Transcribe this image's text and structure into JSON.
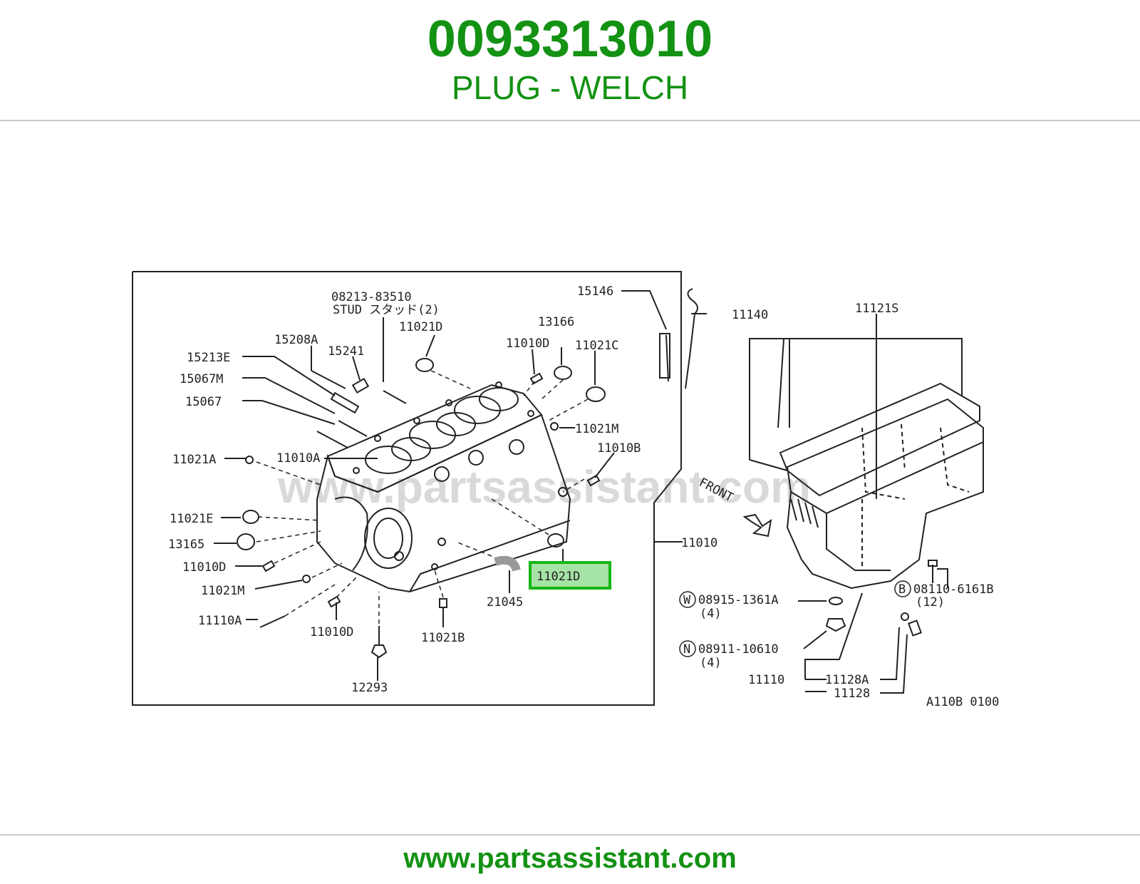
{
  "header": {
    "part_number": "0093313010",
    "description": "PLUG - WELCH"
  },
  "diagram": {
    "watermark": "www.partsassistant.com",
    "figure_code": "A110B 0100",
    "front_label": "FRONT",
    "stud_note": "STUD スタッド(2)",
    "highlighted_label": "11021D",
    "labels": {
      "l15146": "15146",
      "l11140": "11140",
      "l11121S": "11121S",
      "l08213": "08213-83510",
      "l11021D_top": "11021D",
      "l13166": "13166",
      "l11010D_top": "11010D",
      "l11021C": "11021C",
      "l15208A": "15208A",
      "l15241": "15241",
      "l15213E": "15213E",
      "l15067M": "15067M",
      "l15067": "15067",
      "l11021M_r": "11021M",
      "l11010B": "11010B",
      "l11021A": "11021A",
      "l11010A": "11010A",
      "l11021E": "11021E",
      "l13165": "13165",
      "l11010D_l": "11010D",
      "l11021M_l": "11021M",
      "l11110A": "11110A",
      "l11010D_b": "11010D",
      "l11021B": "11021B",
      "l21045": "21045",
      "l12293": "12293",
      "l11010": "11010",
      "l08915": "08915-1361A",
      "l08915_qty": "(4)",
      "l08110": "08110-6161B",
      "l08110_qty": "(12)",
      "l08911": "08911-10610",
      "l08911_qty": "(4)",
      "l11110": "11110",
      "l11128A": "11128A",
      "l11128": "11128",
      "badge_w": "W",
      "badge_n": "N",
      "badge_b": "B"
    }
  },
  "footer": {
    "url": "www.partsassistant.com"
  },
  "colors": {
    "brand_green": "#139213",
    "highlight_fill": "#a6e3a6",
    "highlight_stroke": "#15b615",
    "line": "#222222"
  }
}
